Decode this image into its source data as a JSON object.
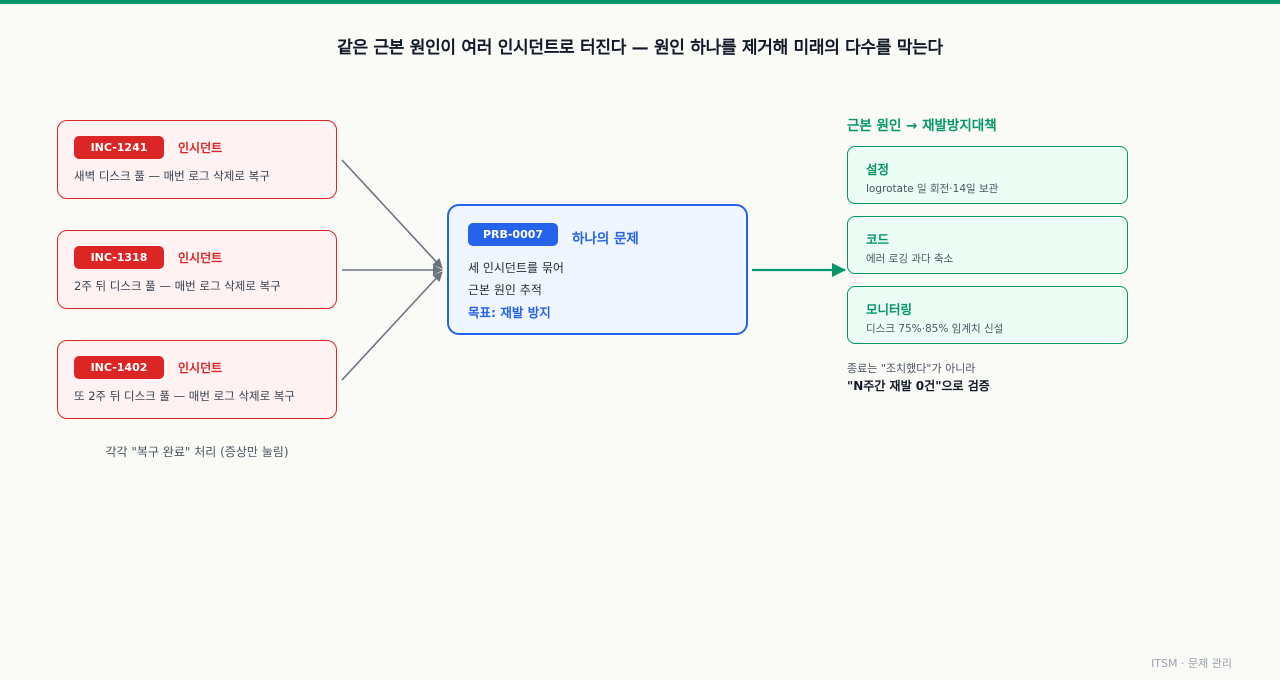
{
  "page": {
    "title": "같은 근본 원인이 여러 인시던트로 터진다 — 원인 하나를 제거해 미래의 다수를 막는다",
    "footer": "ITSM · 문제 관리"
  },
  "colors": {
    "accent": "#059669",
    "incident": "#dc2626",
    "problem": "#2563eb",
    "connector": "#6b7280"
  },
  "incidents": [
    {
      "id": "INC-1241",
      "kind": "인시던트",
      "desc": "새벽 디스크 풀 — 매번 로그 삭제로 복구"
    },
    {
      "id": "INC-1318",
      "kind": "인시던트",
      "desc": "2주 뒤 디스크 풀 — 매번 로그 삭제로 복구"
    },
    {
      "id": "INC-1402",
      "kind": "인시던트",
      "desc": "또 2주 뒤 디스크 풀 — 매번 로그 삭제로 복구"
    }
  ],
  "incident_note": "각각 \"복구 완료\" 처리 (증상만 눌림)",
  "problem": {
    "id": "PRB-0007",
    "heading": "하나의 문제",
    "lines": [
      "세 인시던트를 묶어",
      "근본 원인 추적"
    ],
    "goal": "목표: 재발 방지"
  },
  "solutions": {
    "heading": "근본 원인 → 재발방지대책",
    "items": [
      {
        "title": "설정",
        "desc": "logrotate 일 회전·14일 보관"
      },
      {
        "title": "코드",
        "desc": "에러 로깅 과다 축소"
      },
      {
        "title": "모니터링",
        "desc": "디스크 75%·85% 임계치 신설"
      }
    ],
    "closure_line1": "종료는 \"조치했다\"가 아니라",
    "closure_line2": "\"N주간 재발 0건\"으로 검증"
  }
}
